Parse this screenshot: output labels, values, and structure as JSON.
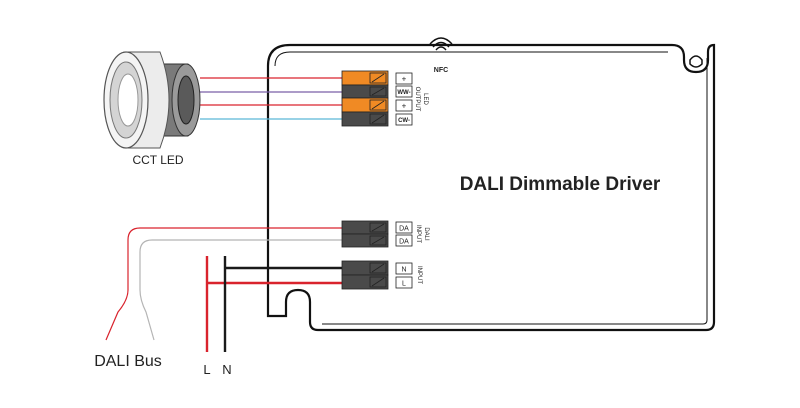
{
  "driver": {
    "title": "DALI Dimmable Driver",
    "nfc": "NFC"
  },
  "led_lamp": {
    "label": "CCT LED"
  },
  "led_output": {
    "group_label_1": "LED",
    "group_label_2": "OUTPUT",
    "terminals": [
      "+",
      "WW-",
      "+",
      "CW-"
    ]
  },
  "dali_input": {
    "group_label_1": "DALI",
    "group_label_2": "INPUT",
    "terminals": [
      "DA",
      "DA"
    ]
  },
  "mains_input": {
    "group_label": "INPUT",
    "terminals": [
      "N",
      "L"
    ]
  },
  "labels": {
    "dali_bus": "DALI Bus",
    "line": "L",
    "neutral": "N"
  },
  "colors": {
    "wire_red": "#d9232d",
    "wire_purple": "#7b5fa8",
    "wire_cyan": "#5bb8d6",
    "wire_black": "#1a1a1a",
    "wire_grey": "#b5b5b5",
    "terminal_orange": "#f08a24",
    "terminal_dark": "#4a4a4a"
  }
}
